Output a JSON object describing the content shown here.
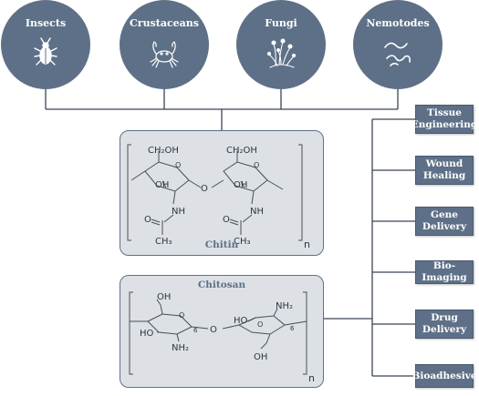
{
  "sources": [
    {
      "label": "Insects",
      "icon": "beetle-icon"
    },
    {
      "label": "Crustaceans",
      "icon": "crab-icon"
    },
    {
      "label": "Fungi",
      "icon": "mushroom-icon"
    },
    {
      "label": "Nemotodes",
      "icon": "worm-icon"
    }
  ],
  "chitin": {
    "label": "Chitin",
    "atoms": {
      "ch2oh": "CH₂OH",
      "oh": "OH",
      "nh": "NH",
      "o": "O",
      "ch3": "CH₃",
      "n": "n"
    }
  },
  "chitosan": {
    "label": "Chitosan",
    "atoms": {
      "oh": "OH",
      "ho": "HO",
      "nh2": "NH₂",
      "o": "O",
      "n": "n",
      "ring_o": "O",
      "six": "6"
    }
  },
  "applications": [
    {
      "line1": "Tissue",
      "line2": "Engineering"
    },
    {
      "line1": "Wound",
      "line2": "Healing"
    },
    {
      "line1": "Gene",
      "line2": "Delivery"
    },
    {
      "line1": "Bio-Imaging",
      "line2": ""
    },
    {
      "line1": "Drug",
      "line2": "Delivery"
    },
    {
      "line1": "Bioadhesive",
      "line2": ""
    }
  ],
  "colors": {
    "node": "#5e7087",
    "box_fill": "#dde1e6",
    "line": "#3b4656"
  }
}
